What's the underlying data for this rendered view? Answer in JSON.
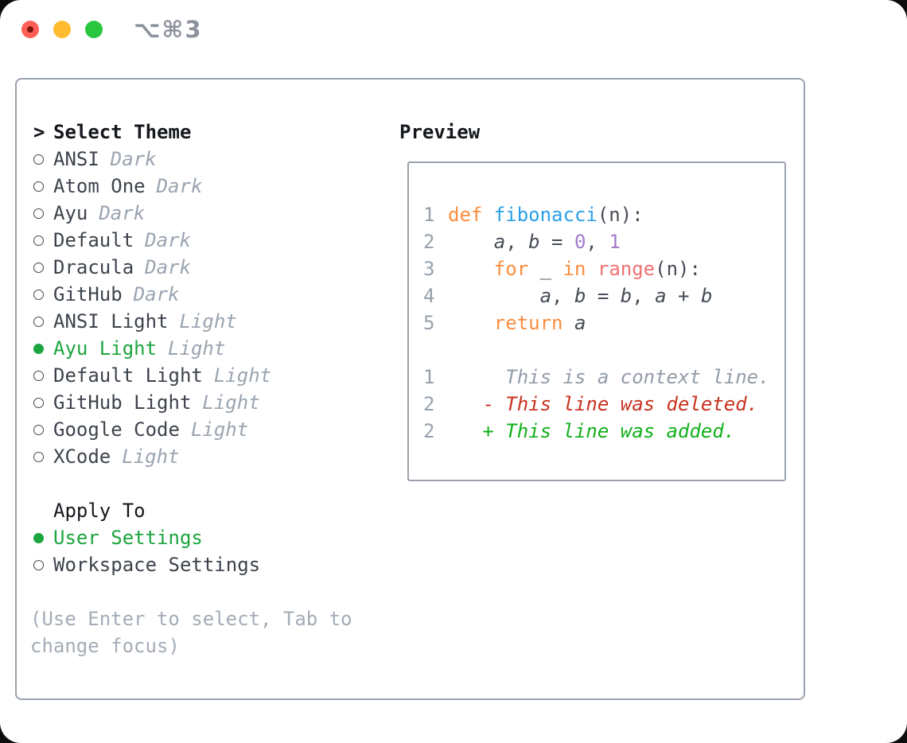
{
  "window": {
    "title": "⌥⌘3",
    "buttons": [
      "close",
      "minimize",
      "zoom"
    ]
  },
  "colors": {
    "accent_green": "#1ca53e",
    "added_green": "#12b01a",
    "deleted_red": "#c8321f",
    "keyword_orange": "#fa8d3e",
    "function_blue": "#2aa0e8",
    "builtin_coral": "#f07171",
    "number_purple": "#a37acc",
    "text_dark": "#3d434c",
    "header_black": "#14171c",
    "muted_gray": "#9aa4b0",
    "hint_gray": "#a4acb6",
    "linenum_gray": "#97a0ab",
    "context_gray": "#939ca7",
    "border_gray": "#9aa2ae",
    "code_text": "#464c55",
    "titlebar_gray": "#8c929b",
    "traffic_red": "#ff5f57",
    "traffic_red_dot": "#7d130a",
    "traffic_yellow": "#febc2e",
    "traffic_green": "#28c73f"
  },
  "theme_panel": {
    "prompt": ">",
    "title": "Select Theme",
    "items": [
      {
        "name": "ANSI",
        "variant": "Dark",
        "selected": false
      },
      {
        "name": "Atom One",
        "variant": "Dark",
        "selected": false
      },
      {
        "name": "Ayu",
        "variant": "Dark",
        "selected": false
      },
      {
        "name": "Default",
        "variant": "Dark",
        "selected": false
      },
      {
        "name": "Dracula",
        "variant": "Dark",
        "selected": false
      },
      {
        "name": "GitHub",
        "variant": "Dark",
        "selected": false
      },
      {
        "name": "ANSI Light",
        "variant": "Light",
        "selected": false
      },
      {
        "name": "Ayu Light",
        "variant": "Light",
        "selected": true
      },
      {
        "name": "Default Light",
        "variant": "Light",
        "selected": false
      },
      {
        "name": "GitHub Light",
        "variant": "Light",
        "selected": false
      },
      {
        "name": "Google Code",
        "variant": "Light",
        "selected": false
      },
      {
        "name": "XCode",
        "variant": "Light",
        "selected": false
      }
    ],
    "apply_title": "Apply To",
    "apply_options": [
      {
        "name": "User Settings",
        "selected": true
      },
      {
        "name": "Workspace Settings",
        "selected": false
      }
    ],
    "hint_lines": [
      "(Use Enter to select, Tab to",
      "change focus)"
    ]
  },
  "preview": {
    "title": "Preview",
    "code_lines": [
      {
        "num": "1",
        "tokens": [
          [
            "def",
            "kw"
          ],
          [
            " ",
            "pl"
          ],
          [
            "fibonacci",
            "fn"
          ],
          [
            "(n):",
            "pl"
          ]
        ]
      },
      {
        "num": "2",
        "tokens": [
          [
            "    ",
            "pl"
          ],
          [
            "a",
            "var"
          ],
          [
            ", ",
            "pl"
          ],
          [
            "b",
            "var"
          ],
          [
            " = ",
            "pl"
          ],
          [
            "0",
            "num"
          ],
          [
            ", ",
            "pl"
          ],
          [
            "1",
            "num"
          ]
        ]
      },
      {
        "num": "3",
        "tokens": [
          [
            "    ",
            "pl"
          ],
          [
            "for",
            "kw"
          ],
          [
            " _ ",
            "pl"
          ],
          [
            "in",
            "kw"
          ],
          [
            " ",
            "pl"
          ],
          [
            "range",
            "bi"
          ],
          [
            "(n):",
            "pl"
          ]
        ]
      },
      {
        "num": "4",
        "tokens": [
          [
            "        ",
            "pl"
          ],
          [
            "a",
            "var"
          ],
          [
            ", ",
            "pl"
          ],
          [
            "b",
            "var"
          ],
          [
            " = ",
            "pl"
          ],
          [
            "b",
            "var"
          ],
          [
            ", ",
            "pl"
          ],
          [
            "a",
            "var"
          ],
          [
            " + ",
            "pl"
          ],
          [
            "b",
            "var"
          ]
        ]
      },
      {
        "num": "5",
        "tokens": [
          [
            "    ",
            "pl"
          ],
          [
            "return",
            "kw"
          ],
          [
            " ",
            "pl"
          ],
          [
            "a",
            "var"
          ]
        ]
      }
    ],
    "diff_lines": [
      {
        "num": "1",
        "prefix": "     ",
        "text": "This is a context line.",
        "type": "ctx"
      },
      {
        "num": "2",
        "prefix": "   - ",
        "text": "This line was deleted.",
        "type": "del"
      },
      {
        "num": "2",
        "prefix": "   + ",
        "text": "This line was added.",
        "type": "add"
      }
    ]
  }
}
